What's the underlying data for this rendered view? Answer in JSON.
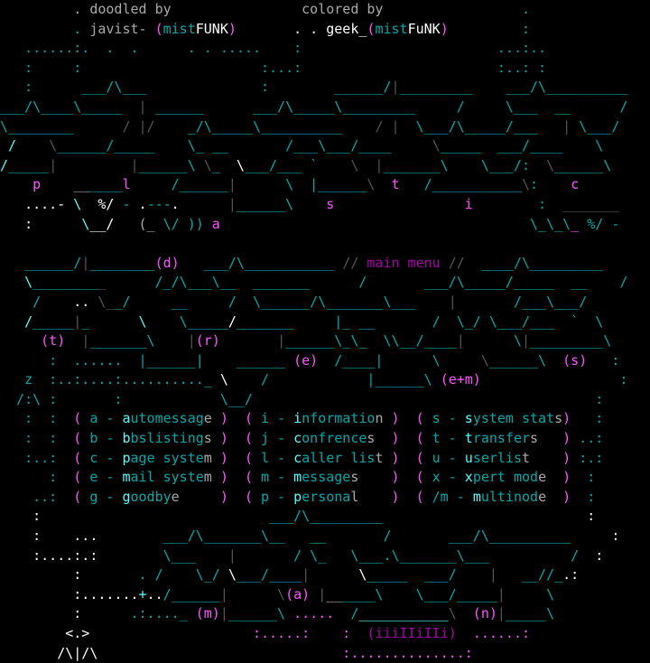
{
  "palette": {
    "c": "#00aaaa",
    "C": "#55ffff",
    "w": "#aaaaaa",
    "W": "#ffffff",
    "g": "#555555",
    "m": "#aa00aa",
    "M": "#ff55ff"
  },
  "art_top": [
    [
      [
        "w",
        "         . doodled by"
      ],
      [
        "w",
        "                colored by"
      ],
      [
        "c",
        "                 ."
      ]
    ],
    [
      [
        "c",
        "         ."
      ],
      [
        "w",
        " javist- "
      ],
      [
        "M",
        "("
      ],
      [
        "c",
        "mist"
      ],
      [
        "W",
        "FUNK"
      ],
      [
        "M",
        ")"
      ],
      [
        "W",
        "       . . geek_"
      ],
      [
        "M",
        "("
      ],
      [
        "c",
        "mist"
      ],
      [
        "W",
        "FuNK"
      ],
      [
        "M",
        ")"
      ],
      [
        "c",
        "         :"
      ]
    ],
    [
      [
        "c",
        "   ......:.  .  .      . . .....    :                        ...:.."
      ]
    ],
    [
      [
        "c",
        "   :     :                      :...:                        :..: :"
      ]
    ],
    [
      [
        "c",
        "   :      ___/\\___              :        ______/"
      ],
      [
        "g",
        "|"
      ],
      [
        "c",
        "_________    ___/\\__________"
      ]
    ],
    [
      [
        "c",
        "___/\\____\\_____  "
      ],
      [
        "g",
        "|"
      ],
      [
        "c",
        " ______      ___/\\_____\\_________     /     \\___  __      /"
      ]
    ],
    [
      [
        "c",
        "\\________      "
      ],
      [
        "g",
        "/ |/"
      ],
      [
        "c",
        "    _/\\_____\\__________    "
      ],
      [
        "g",
        "/ |"
      ],
      [
        "c",
        "  \\___/\\_____/___   "
      ],
      [
        "g",
        "|"
      ],
      [
        "c",
        " \\___/"
      ]
    ],
    [
      [
        "C",
        " /    "
      ],
      [
        "g",
        "\\"
      ],
      [
        "c",
        "______/_____    \\_ __       /___\\___/____     "
      ],
      [
        "g",
        "\\"
      ],
      [
        "c",
        "_____  ___/____    \\"
      ]
    ],
    [
      [
        "C",
        "/"
      ],
      [
        "c",
        "_____"
      ],
      [
        "g",
        "|"
      ],
      [
        "c",
        "         "
      ],
      [
        "g",
        "|"
      ],
      [
        "c",
        "______\\ "
      ],
      [
        "g",
        "\\"
      ],
      [
        "c",
        "_  "
      ],
      [
        "W",
        "\\"
      ],
      [
        "c",
        "___/___ `    "
      ],
      [
        "g",
        "\\  |"
      ],
      [
        "c",
        "_______\\    \\___/:  "
      ],
      [
        "g",
        "\\"
      ],
      [
        "c",
        "______\\"
      ]
    ],
    [
      [
        "M",
        "    p    "
      ],
      [
        "w",
        "__"
      ],
      [
        "c",
        "____"
      ],
      [
        "M",
        "l"
      ],
      [
        "c",
        "     /______"
      ],
      [
        "g",
        "|"
      ],
      [
        "c",
        "      \\  |______"
      ],
      [
        "g",
        "\\"
      ],
      [
        "M",
        "  t"
      ],
      [
        "c",
        "   /___________"
      ],
      [
        "g",
        "\\"
      ],
      [
        "c",
        ":    "
      ],
      [
        "M",
        "c"
      ]
    ],
    [
      [
        "W",
        "   ....-"
      ],
      [
        "C",
        " \\  "
      ],
      [
        "W",
        "%/"
      ],
      [
        "c",
        " - "
      ],
      [
        "W",
        "."
      ],
      [
        "c",
        "---"
      ],
      [
        "W",
        ".      "
      ],
      [
        "g",
        "|"
      ],
      [
        "c",
        "______\\    "
      ],
      [
        "M",
        "s"
      ],
      [
        "c",
        "                "
      ],
      [
        "M",
        "i"
      ],
      [
        "c",
        "        :  "
      ],
      [
        "g",
        "_______"
      ]
    ],
    [
      [
        "W",
        "   :      "
      ],
      [
        "C",
        "\\"
      ],
      [
        "W",
        "__/"
      ],
      [
        "w",
        "   (_ "
      ],
      [
        "c",
        "\\/ ))"
      ],
      [
        "M",
        " a"
      ],
      [
        "c",
        "                                      \\_\\_\\"
      ],
      [
        "M",
        "_"
      ],
      [
        "c",
        " %/ -"
      ]
    ],
    [
      [
        "c",
        " "
      ]
    ],
    [
      [
        "c",
        "   ______/"
      ],
      [
        "g",
        "|"
      ],
      [
        "c",
        "________"
      ],
      [
        "M",
        "(d)"
      ],
      [
        "c",
        "   ___/\\___________ "
      ],
      [
        "g",
        "//"
      ],
      [
        "m",
        " main menu "
      ],
      [
        "g",
        "//"
      ],
      [
        "c",
        "  ____/\\_________"
      ]
    ],
    [
      [
        "C",
        "   \\"
      ],
      [
        "c",
        "________"
      ],
      [
        "g",
        "_"
      ],
      [
        "c",
        "      /_/\\___\\__  _______      /       ___/\\_____/_____  __    /"
      ]
    ],
    [
      [
        "c",
        "    /    "
      ],
      [
        "W",
        ".. "
      ],
      [
        "g",
        "\\_"
      ],
      [
        "c",
        "_/     __     /  \\______/\\_______\\___    "
      ],
      [
        "g",
        "|"
      ],
      [
        "c",
        "       /___\\___/"
      ]
    ],
    [
      [
        "C",
        "   /"
      ],
      [
        "c",
        "_____"
      ],
      [
        "g",
        "|"
      ],
      [
        "c",
        "_      "
      ],
      [
        "C",
        "\\"
      ],
      [
        "c",
        "    \\_____"
      ],
      [
        "W",
        "/"
      ],
      [
        "c",
        "_______     |_ __       /  \\_/ \\___/___  `  \\"
      ]
    ],
    [
      [
        "M",
        "     (t)  "
      ],
      [
        "g",
        "|"
      ],
      [
        "c",
        "_______\\    "
      ],
      [
        "g",
        "|"
      ],
      [
        "M",
        "(r)"
      ],
      [
        "c",
        "       "
      ],
      [
        "g",
        "|"
      ],
      [
        "c",
        "______\\_\\_  \\\\__/____"
      ],
      [
        "g",
        "|"
      ],
      [
        "c",
        "      \\"
      ],
      [
        "g",
        "|"
      ],
      [
        "c",
        "_________\\"
      ]
    ],
    [
      [
        "c",
        "      :  ......  |______|    ______ "
      ],
      [
        "M",
        "(e)"
      ],
      [
        "c",
        "  /____|      \\     "
      ],
      [
        "g",
        "\\"
      ],
      [
        "c",
        "______\\  "
      ],
      [
        "M",
        "(s)"
      ],
      [
        "c",
        "   :"
      ]
    ],
    [
      [
        "c",
        "   z  :..:....:.........._ "
      ],
      [
        "W",
        "\\"
      ],
      [
        "c",
        "    /            |______\\ "
      ],
      [
        "M",
        "(e+m)"
      ],
      [
        "c",
        "                 :"
      ]
    ],
    [
      [
        "c",
        "  /:\\ :       :            \\__/                                          :"
      ]
    ]
  ],
  "menu": {
    "rows": [
      {
        "left": "   :  :  ",
        "items": [
          {
            "key": "a",
            "label": "automessage"
          },
          {
            "key": "i",
            "label": "information"
          },
          {
            "key": "s",
            "label": "system stats"
          }
        ],
        "right": "   :"
      },
      {
        "left": "   :  :  ",
        "items": [
          {
            "key": "b",
            "label": "bbslistings"
          },
          {
            "key": "j",
            "label": "confrences"
          },
          {
            "key": "t",
            "label": "transfers"
          }
        ],
        "right": " ..:"
      },
      {
        "left": "   :..:  ",
        "items": [
          {
            "key": "c",
            "label": "page system"
          },
          {
            "key": "l",
            "label": "caller list"
          },
          {
            "key": "u",
            "label": "userlist"
          }
        ],
        "right": " :.:"
      },
      {
        "left": "      :  ",
        "items": [
          {
            "key": "e",
            "label": "mail system"
          },
          {
            "key": "m",
            "label": "messages"
          },
          {
            "key": "x",
            "label": "xpert mode"
          }
        ],
        "right": "  :"
      },
      {
        "left": "    ..:  ",
        "items": [
          {
            "key": "g",
            "label": "goodbye"
          },
          {
            "key": "p",
            "label": "personal"
          },
          {
            "key": "/m",
            "label": "multinode"
          }
        ],
        "right": "  :"
      }
    ]
  },
  "art_bottom": [
    [
      [
        "W",
        "    :"
      ],
      [
        "c",
        "                            ___/\\_________                         "
      ],
      [
        "W",
        ":"
      ]
    ],
    [
      [
        "W",
        "    :    ..."
      ],
      [
        "c",
        "        ___/\\_______\\__   __       /       ___/\\__________  "
      ],
      [
        "W",
        "   :"
      ]
    ],
    [
      [
        "W",
        "    :....:.:"
      ],
      [
        "c",
        "        \\___    "
      ],
      [
        "g",
        "|"
      ],
      [
        "c",
        "       / \\_   \\___.\\_______\\___          /"
      ],
      [
        "W",
        "  :"
      ]
    ],
    [
      [
        "W",
        "         :       "
      ],
      [
        "c",
        ". /    \\_/ "
      ],
      [
        "W",
        "\\"
      ],
      [
        "c",
        "___/____"
      ],
      [
        "g",
        "|"
      ],
      [
        "c",
        "      "
      ],
      [
        "W",
        "\\"
      ],
      [
        "c",
        "_____  ___/    "
      ],
      [
        "g",
        "|"
      ],
      [
        "c",
        "   __//_"
      ],
      [
        "W",
        ".:"
      ]
    ],
    [
      [
        "W",
        "         :......."
      ],
      [
        "C",
        "+"
      ],
      [
        "W",
        ".."
      ],
      [
        "c",
        "/______"
      ],
      [
        "g",
        "|      \\"
      ],
      [
        "M",
        "(a)"
      ],
      [
        "g",
        " |"
      ],
      [
        "w",
        "__"
      ],
      [
        "c",
        "____\\    \\___/_____"
      ],
      [
        "g",
        "|"
      ],
      [
        "c",
        "     \\"
      ]
    ],
    [
      [
        "W",
        "         :      "
      ],
      [
        "c",
        ".:...._ "
      ],
      [
        "M",
        "(m)"
      ],
      [
        "g",
        "|"
      ],
      [
        "c",
        "______\\ "
      ],
      [
        "M",
        "....."
      ],
      [
        "c",
        "  /"
      ],
      [
        "C",
        "___________"
      ],
      [
        "g",
        "\\"
      ],
      [
        "M",
        "  (n)"
      ],
      [
        "g",
        "|"
      ],
      [
        "c",
        "_____\\"
      ]
    ],
    [
      [
        "W",
        "        <.>"
      ],
      [
        "M",
        "                    :.....:    :  "
      ],
      [
        "m",
        "(iiiIIiIIi)"
      ],
      [
        "M",
        "  ......:"
      ]
    ],
    [
      [
        "W",
        "       /\\|/\\"
      ],
      [
        "M",
        "                              :..............:"
      ]
    ]
  ]
}
